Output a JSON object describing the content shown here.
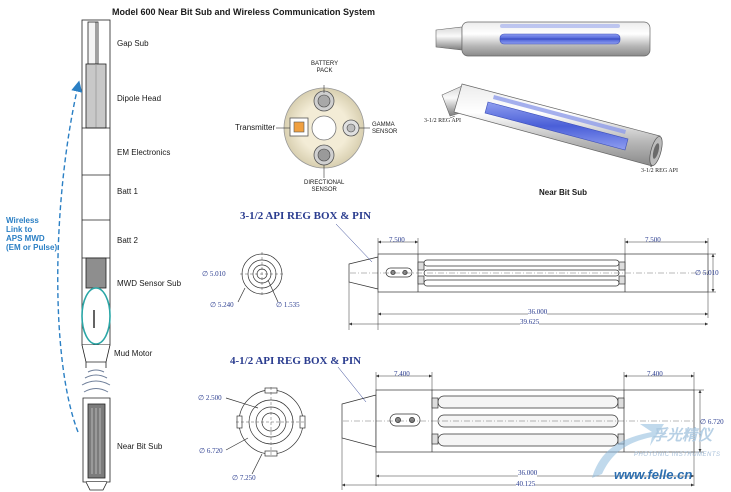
{
  "title": "Model 600 Near Bit Sub and Wireless Communication System",
  "tool_string": {
    "labels": [
      "Gap Sub",
      "Dipole Head",
      "EM Electronics",
      "Batt 1",
      "Batt 2",
      "MWD Sensor Sub",
      "Mud Motor",
      "Near Bit Sub"
    ],
    "wireless_note": [
      "Wireless",
      "Link to",
      "APS MWD",
      "(EM or Pulse)"
    ]
  },
  "cross_section": {
    "battery": [
      "BATTERY",
      "PACK"
    ],
    "transmitter": "Transmitter",
    "gamma": [
      "GAMMA",
      "SENSOR"
    ],
    "directional": [
      "DIRECTIONAL",
      "SENSOR"
    ]
  },
  "render": {
    "left_label": "3-1/2 REG API",
    "right_label": "3-1/2 REG API",
    "caption": "Near Bit Sub"
  },
  "drawing_35": {
    "heading": "3-1/2 API REG BOX & PIN",
    "dia_5010_left": "∅ 5.010",
    "dia_5240": "∅ 5.240",
    "dia_1535": "∅ 1.535",
    "len_left": "7.500",
    "len_right": "7.500",
    "dia_5010_right": "∅ 5.010",
    "len_36": "36.000",
    "len_total": "39.625"
  },
  "drawing_45": {
    "heading": "4-1/2 API REG BOX & PIN",
    "dia_2500": "∅ 2.500",
    "dia_6720_left": "∅ 6.720",
    "dia_7250": "∅ 7.250",
    "len_left": "7.400",
    "len_right": "7.400",
    "dia_6720_right": "∅ 6.720",
    "len_36": "36.000",
    "len_total": "40.125"
  },
  "watermark": {
    "cn": "孚光精仪",
    "en": "PHOTONIC INSTRUMENTS",
    "url": "www.felle.cn"
  },
  "colors": {
    "accent_blue": "#2a7fc4",
    "drawing_blue": "#2a3c8f",
    "sensor_orange": "#f0a040",
    "window_blue": "#5a6fd8"
  }
}
